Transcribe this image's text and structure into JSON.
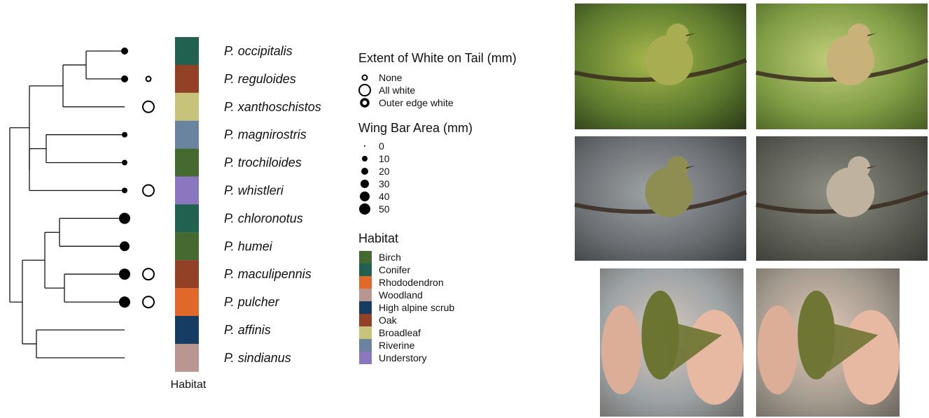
{
  "species": [
    {
      "name": "P. occipitalis",
      "habitat": "Conifer",
      "wing_bar_mm": 20,
      "tail_white": null
    },
    {
      "name": "P. reguloides",
      "habitat": "Oak",
      "wing_bar_mm": 20,
      "tail_white": "None"
    },
    {
      "name": "P. xanthoschistos",
      "habitat": "Broadleaf",
      "wing_bar_mm": null,
      "tail_white": "All white"
    },
    {
      "name": "P. magnirostris",
      "habitat": "Riverine",
      "wing_bar_mm": 10,
      "tail_white": null
    },
    {
      "name": "P. trochiloides",
      "habitat": "Birch",
      "wing_bar_mm": 10,
      "tail_white": null
    },
    {
      "name": "P. whistleri",
      "habitat": "Understory",
      "wing_bar_mm": 10,
      "tail_white": "All white"
    },
    {
      "name": "P. chloronotus",
      "habitat": "Conifer",
      "wing_bar_mm": 50,
      "tail_white": null
    },
    {
      "name": "P. humei",
      "habitat": "Birch",
      "wing_bar_mm": 40,
      "tail_white": null
    },
    {
      "name": "P. maculipennis",
      "habitat": "Oak",
      "wing_bar_mm": 50,
      "tail_white": "All white"
    },
    {
      "name": "P. pulcher",
      "habitat": "Rhododendron",
      "wing_bar_mm": 50,
      "tail_white": "All white"
    },
    {
      "name": "P. affinis",
      "habitat": "High alpine scrub",
      "wing_bar_mm": null,
      "tail_white": null
    },
    {
      "name": "P. sindianus",
      "habitat": "Woodland",
      "wing_bar_mm": null,
      "tail_white": null
    }
  ],
  "habitat_column_label": "Habitat",
  "legend_tail": {
    "title": "Extent of White on Tail (mm)",
    "items": [
      "None",
      "All white",
      "Outer edge white"
    ]
  },
  "legend_wing": {
    "title": "Wing Bar Area (mm)",
    "items": [
      0,
      10,
      20,
      30,
      40,
      50
    ]
  },
  "legend_habitat": {
    "title": "Habitat",
    "items": [
      {
        "label": "Birch",
        "color": "#456a30"
      },
      {
        "label": "Conifer",
        "color": "#21614f"
      },
      {
        "label": "Rhododendron",
        "color": "#e0682a"
      },
      {
        "label": "Woodland",
        "color": "#b99690"
      },
      {
        "label": "High alpine scrub",
        "color": "#173c62"
      },
      {
        "label": "Oak",
        "color": "#934126"
      },
      {
        "label": "Broadleaf",
        "color": "#c8c37a"
      },
      {
        "label": "Riverine",
        "color": "#6a84a0"
      },
      {
        "label": "Understory",
        "color": "#8a77c0"
      }
    ]
  },
  "photos": [
    {
      "name": "photo-warbler-perched-1",
      "palette": [
        "#5f7d2f",
        "#a7b84c",
        "#2e3e1a"
      ],
      "bird": "#a8ad52"
    },
    {
      "name": "photo-warbler-perched-2",
      "palette": [
        "#7f9c45",
        "#c3cf7a",
        "#4c6224"
      ],
      "bird": "#c8b27a"
    },
    {
      "name": "photo-warbler-perched-3",
      "palette": [
        "#6b6f73",
        "#9ea3a6",
        "#3f4244"
      ],
      "bird": "#8e8d52"
    },
    {
      "name": "photo-warbler-perched-4",
      "palette": [
        "#5d5f56",
        "#8e8f84",
        "#3a3b35"
      ],
      "bird": "#bfb29e"
    },
    {
      "name": "photo-warbler-in-hand-1",
      "palette": [
        "#9ca2a5",
        "#d8c8bd",
        "#6e6e6a"
      ],
      "bird": "#6b7430"
    },
    {
      "name": "photo-warbler-in-hand-2",
      "palette": [
        "#a49b8f",
        "#e3c9b8",
        "#6f6a62"
      ],
      "bird": "#6f7532"
    }
  ]
}
